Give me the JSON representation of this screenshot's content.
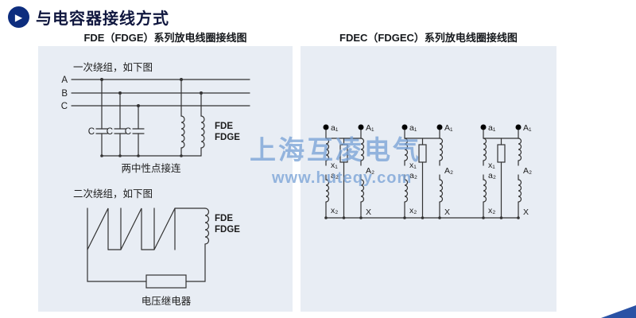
{
  "header": {
    "title": "与电容器接线方式",
    "icon": "play-arrow"
  },
  "left_panel": {
    "title": "FDE（FDGE）系列放电线圈接线图",
    "primary_caption": "一次绕组，如下图",
    "phases": [
      "A",
      "B",
      "C"
    ],
    "capacitor_labels": [
      "C",
      "C",
      "C"
    ],
    "primary_coil_label": {
      "line1": "FDE",
      "line2": "FDGE"
    },
    "neutral_caption": "两中性点接连",
    "secondary_caption": "二次绕组，如下图",
    "secondary_coil_label": {
      "line1": "FDE",
      "line2": "FDGE"
    },
    "relay_caption": "电压继电器"
  },
  "right_panel": {
    "title": "FDEC（FDGEC）系列放电线圈接线图",
    "units": [
      {
        "a1": "a₁",
        "A1": "A₁",
        "x1": "x₁",
        "a2": "a₂",
        "x2": "x₂",
        "A2": "A₂",
        "X": "X"
      },
      {
        "a1": "a₁",
        "A1": "A₁",
        "x1": "x₁",
        "a2": "a₂",
        "x2": "x₂",
        "A2": "A₂",
        "X": "X"
      },
      {
        "a1": "a₁",
        "A1": "A₁",
        "x1": "x₁",
        "a2": "a₂",
        "x2": "x₂",
        "A2": "A₂",
        "X": "X"
      }
    ]
  },
  "watermark": {
    "company": "上海互凌电气",
    "url": "www.huteqy.com"
  },
  "colors": {
    "header_navy": "#0d2d7e",
    "panel_bg": "#e8edf4",
    "wire": "#333333",
    "watermark_blue": "#7aa3d6",
    "corner_blue": "#2a52a5"
  }
}
